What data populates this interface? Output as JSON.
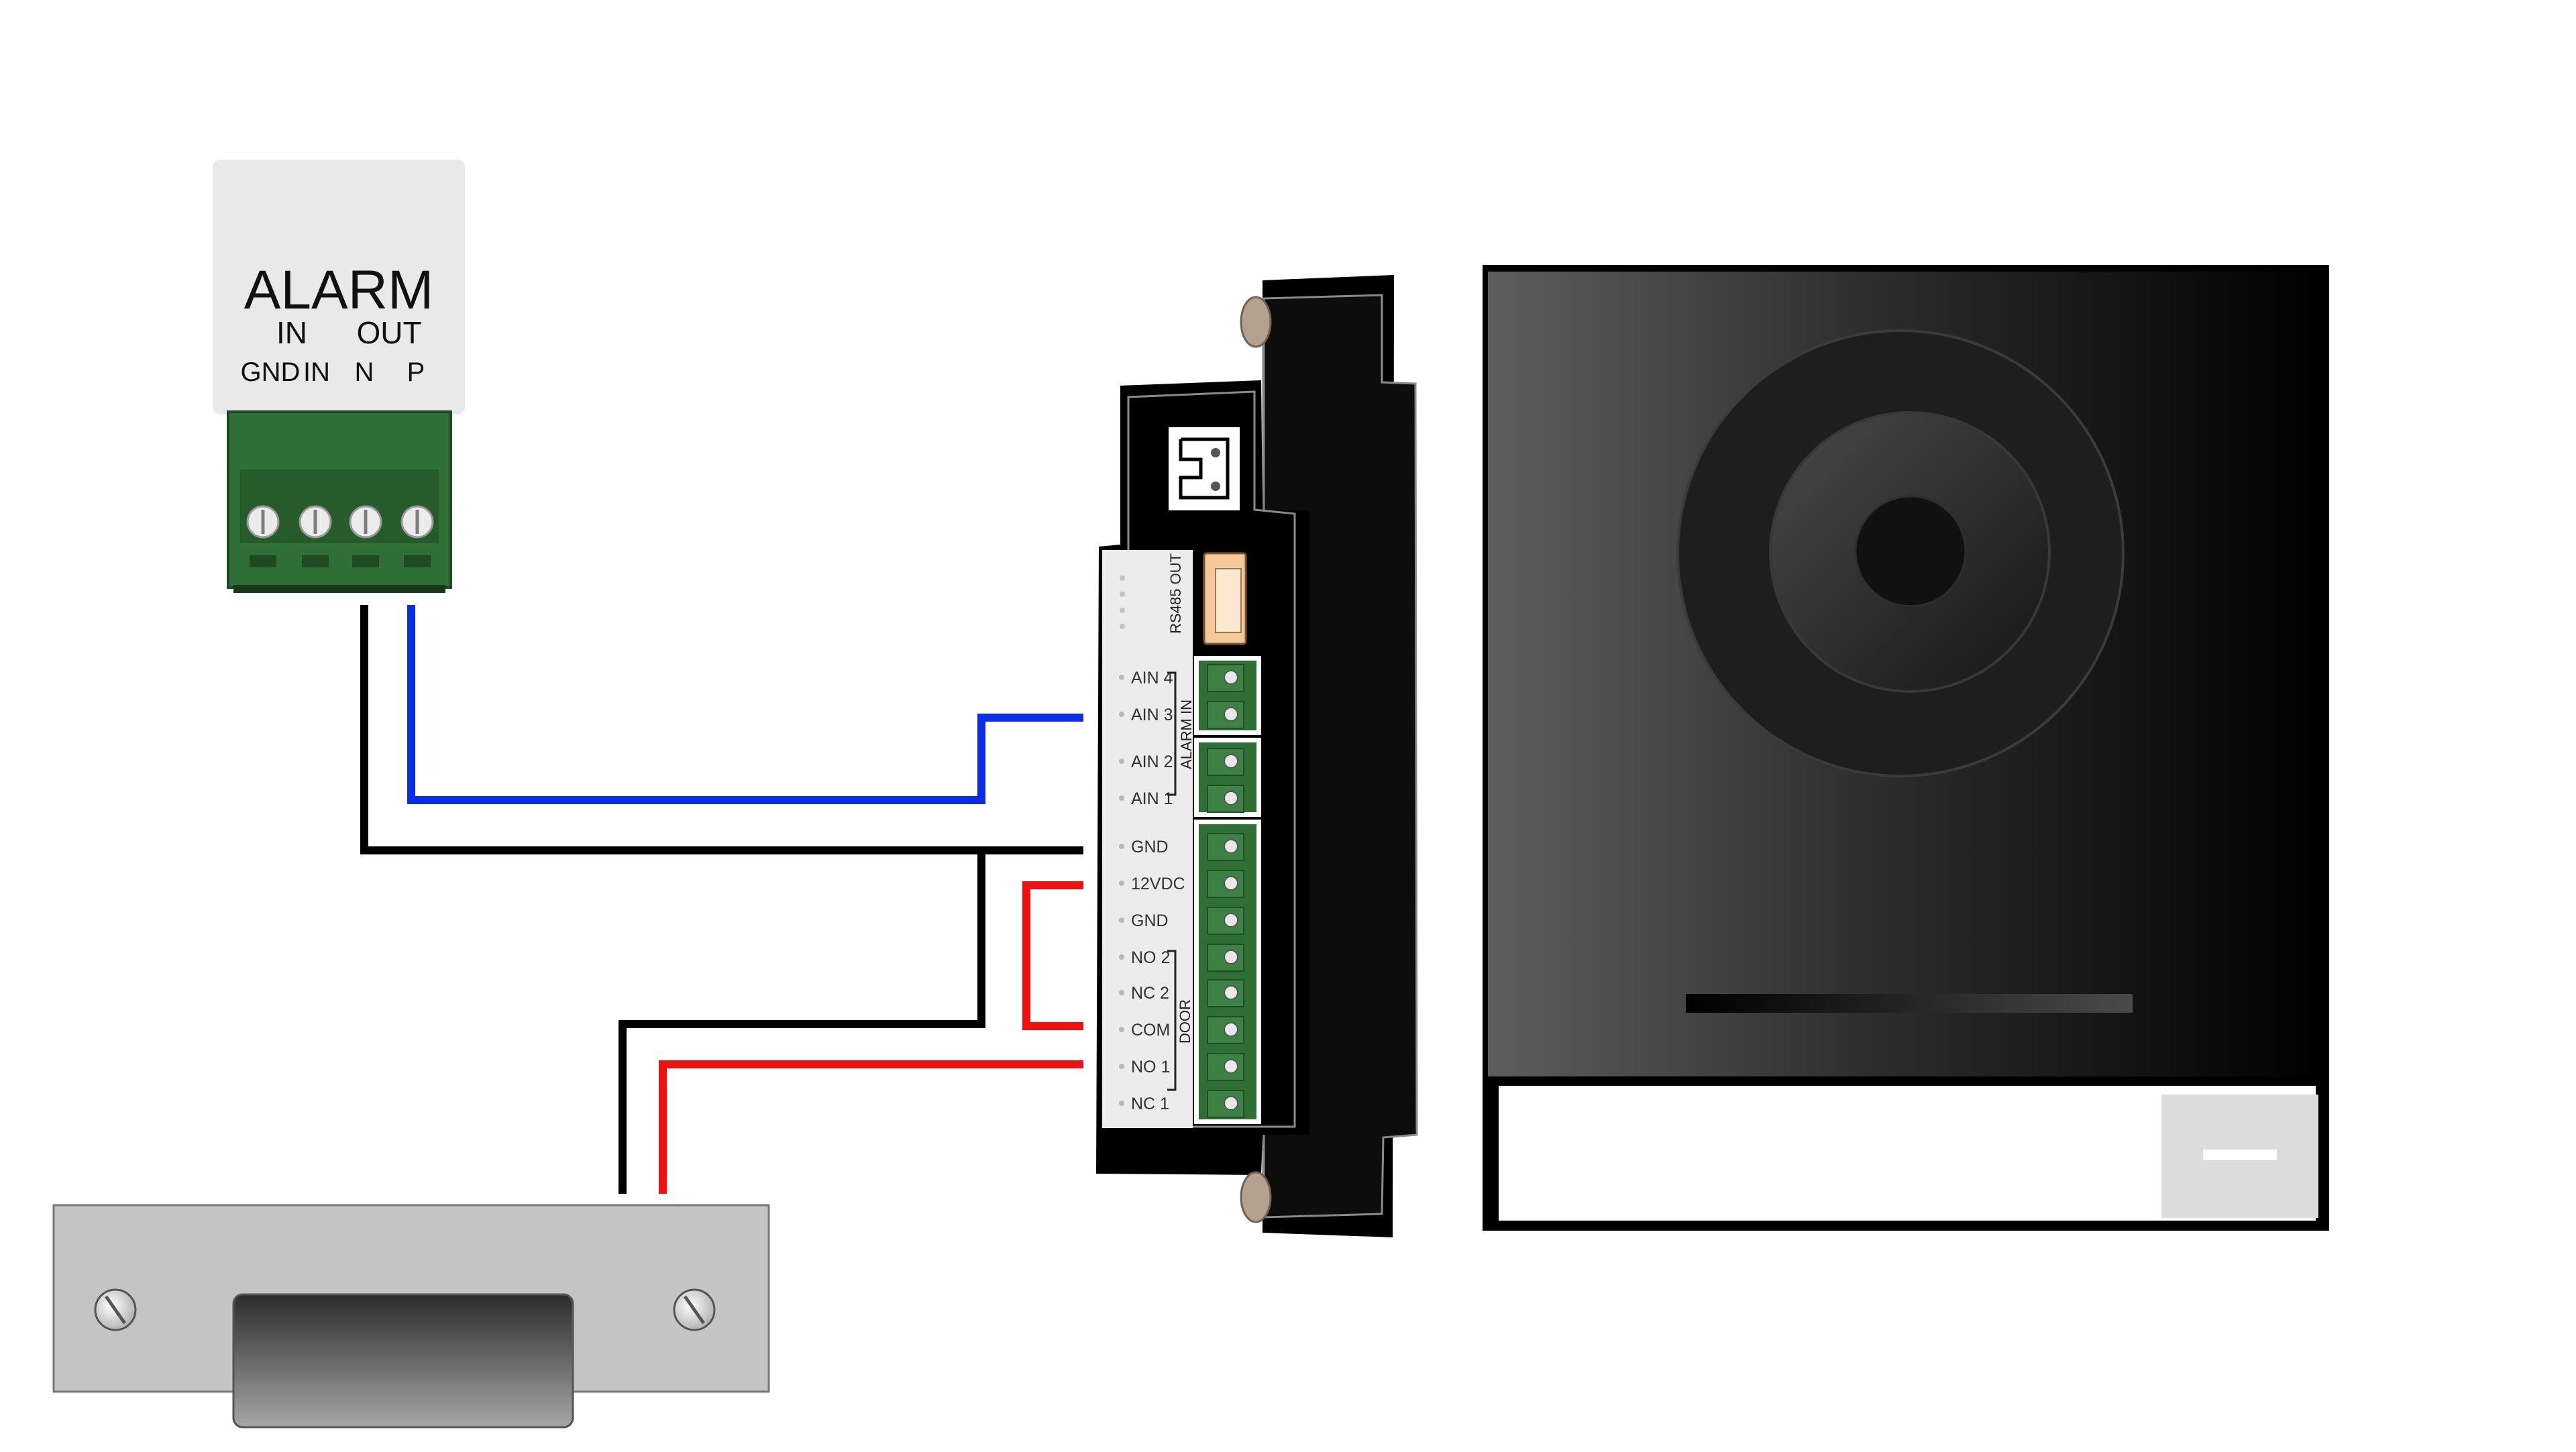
{
  "alarm_module": {
    "title": "ALARM",
    "group_in": "IN",
    "group_out": "OUT",
    "terminals": [
      "GND",
      "IN",
      "N",
      "P"
    ]
  },
  "controller": {
    "rs485_label": "RS485 OUT",
    "alarm_in_label": "ALARM IN",
    "door_label": "DOOR",
    "terminals": [
      "AIN 4",
      "AIN 3",
      "AIN 2",
      "AIN 1",
      "GND",
      "12VDC",
      "GND",
      "NO 2",
      "NC 2",
      "COM",
      "NO 1",
      "NC 1"
    ]
  },
  "colors": {
    "blue_wire": "#0a2ee8",
    "black_wire": "#000000",
    "red_wire": "#ee1111",
    "terminal_green": "#2f6f35"
  },
  "icons": {
    "lock": "electric-strike-lock-icon",
    "camera": "intercom-camera-icon"
  }
}
